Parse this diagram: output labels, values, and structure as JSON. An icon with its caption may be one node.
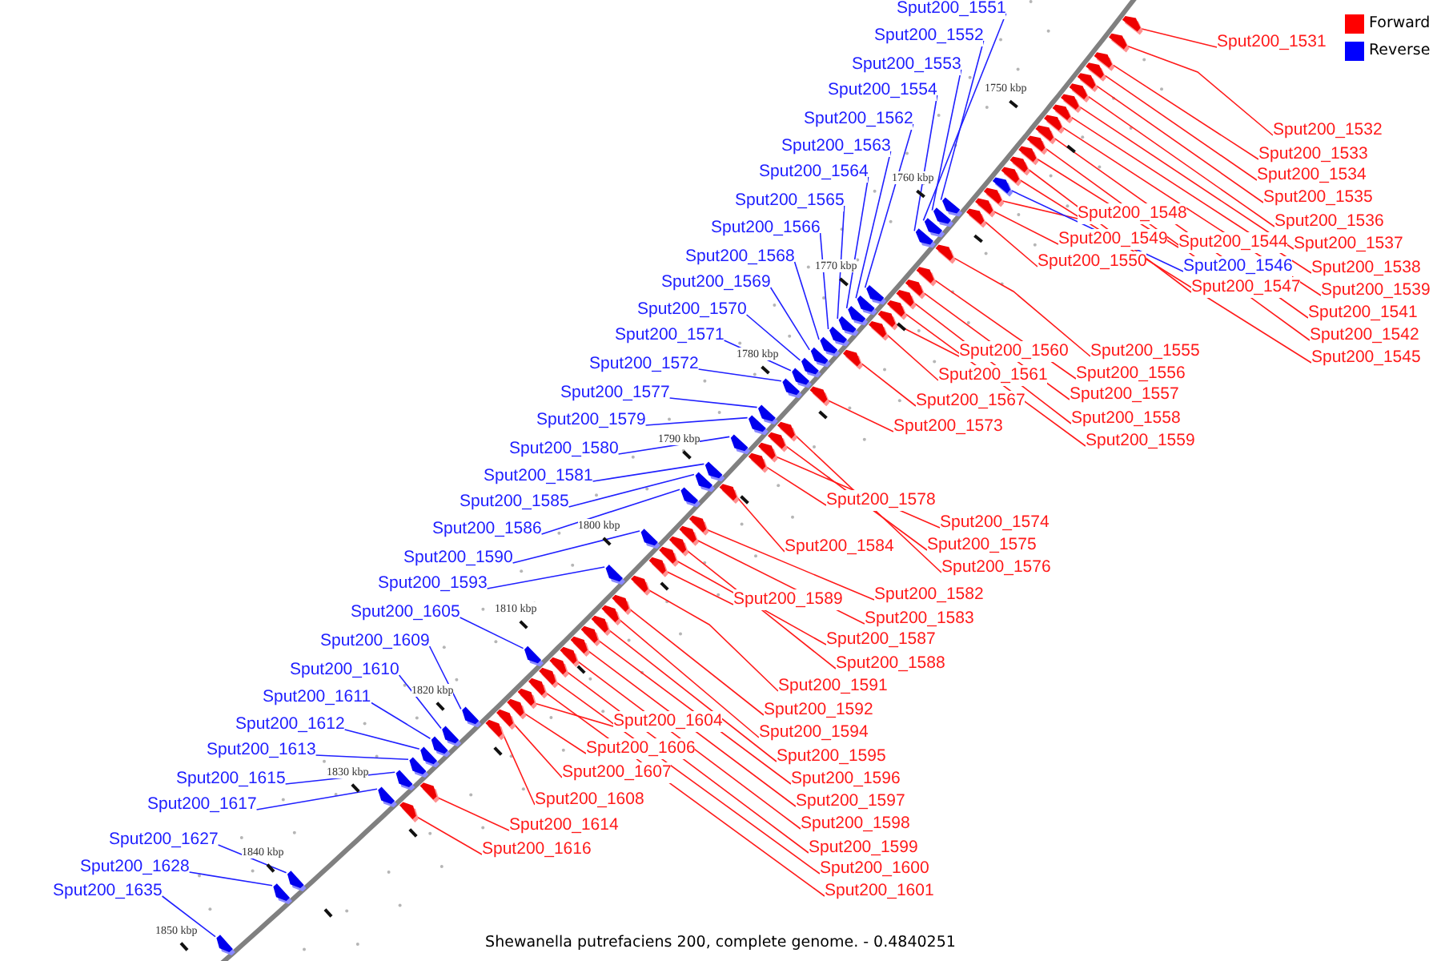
{
  "diagram": {
    "caption": "Shewanella putrefaciens 200, complete genome. - 0.4840251",
    "nodes": [
      {
        "text": [
          "Sput200_1551"
        ]
      },
      {
        "text": [
          "Sput200_1552"
        ]
      },
      {
        "text": [
          "Sput200_1553"
        ]
      },
      {
        "text": [
          "Sput200_1554"
        ]
      },
      {
        "text": [
          "Sput200_1562"
        ]
      },
      {
        "text": [
          "Sput200_1563"
        ]
      },
      {
        "text": [
          "Sput200_1564"
        ]
      },
      {
        "text": [
          "Sput200_1565"
        ]
      },
      {
        "text": [
          "Sput200_1566"
        ]
      },
      {
        "text": [
          "Sput200_1568"
        ]
      },
      {
        "text": [
          "Sput200_1569"
        ]
      },
      {
        "text": [
          "Sput200_1570"
        ]
      },
      {
        "text": [
          "Sput200_1571"
        ]
      },
      {
        "text": [
          "Sput200_1572"
        ]
      },
      {
        "text": [
          "Sput200_1577"
        ]
      },
      {
        "text": [
          "Sput200_1579"
        ]
      },
      {
        "text": [
          "Sput200_1580"
        ]
      },
      {
        "text": [
          "Sput200_1581"
        ]
      },
      {
        "text": [
          "Sput200_1585"
        ]
      },
      {
        "text": [
          "Sput200_1586"
        ]
      },
      {
        "text": [
          "Sput200_1590"
        ]
      },
      {
        "text": [
          "Sput200_1593"
        ]
      },
      {
        "text": [
          "Sput200_1605"
        ]
      },
      {
        "text": [
          "Sput200_1609"
        ]
      },
      {
        "text": [
          "Sput200_1610"
        ]
      },
      {
        "text": [
          "Sput200_1611"
        ]
      },
      {
        "text": [
          "Sput200_1612"
        ]
      },
      {
        "text": [
          "Sput200_1613"
        ]
      },
      {
        "text": [
          "Sput200_1615"
        ]
      },
      {
        "text": [
          "Sput200_1617"
        ]
      },
      {
        "text": [
          "Sput200_1627"
        ]
      },
      {
        "text": [
          "Sput200_1628"
        ]
      },
      {
        "text": [
          "Sput200_1635"
        ]
      },
      {
        "text": [
          "Sput200_1531"
        ]
      },
      {
        "text": [
          "Sput200_1532"
        ]
      },
      {
        "text": [
          "Sput200_1533"
        ]
      },
      {
        "text": [
          "Sput200_1534"
        ]
      },
      {
        "text": [
          "Sput200_1535"
        ]
      },
      {
        "text": [
          "Sput200_1536"
        ]
      },
      {
        "text": [
          "Sput200_1537"
        ]
      },
      {
        "text": [
          "Sput200_1538"
        ]
      },
      {
        "text": [
          "Sput200_1539"
        ]
      },
      {
        "text": [
          "Sput200_1541"
        ]
      },
      {
        "text": [
          "Sput200_1542"
        ]
      },
      {
        "text": [
          "Sput200_1545"
        ]
      },
      {
        "text": [
          "Sput200_1548"
        ]
      },
      {
        "text": [
          "Sput200_1549"
        ]
      },
      {
        "text": [
          "Sput200_1544"
        ]
      },
      {
        "text": [
          "Sput200_1546"
        ]
      },
      {
        "text": [
          "Sput200_1550"
        ]
      },
      {
        "text": [
          "Sput200_1547"
        ]
      },
      {
        "text": [
          "Sput200_1555"
        ]
      },
      {
        "text": [
          "Sput200_1560"
        ]
      },
      {
        "text": [
          "Sput200_1556"
        ]
      },
      {
        "text": [
          "Sput200_1561"
        ]
      },
      {
        "text": [
          "Sput200_1557"
        ]
      },
      {
        "text": [
          "Sput200_1558"
        ]
      },
      {
        "text": [
          "Sput200_1567"
        ]
      },
      {
        "text": [
          "Sput200_1559"
        ]
      },
      {
        "text": [
          "Sput200_1573"
        ]
      },
      {
        "text": [
          "Sput200_1578"
        ]
      },
      {
        "text": [
          "Sput200_1574"
        ]
      },
      {
        "text": [
          "Sput200_1575"
        ]
      },
      {
        "text": [
          "Sput200_1576"
        ]
      },
      {
        "text": [
          "Sput200_1584"
        ]
      },
      {
        "text": [
          "Sput200_1582"
        ]
      },
      {
        "text": [
          "Sput200_1589"
        ]
      },
      {
        "text": [
          "Sput200_1583"
        ]
      },
      {
        "text": [
          "Sput200_1587"
        ]
      },
      {
        "text": [
          "Sput200_1588"
        ]
      },
      {
        "text": [
          "Sput200_1591"
        ]
      },
      {
        "text": [
          "Sput200_1592"
        ]
      },
      {
        "text": [
          "Sput200_1604"
        ]
      },
      {
        "text": [
          "Sput200_1594"
        ]
      },
      {
        "text": [
          "Sput200_1606"
        ]
      },
      {
        "text": [
          "Sput200_1595"
        ]
      },
      {
        "text": [
          "Sput200_1607"
        ]
      },
      {
        "text": [
          "Sput200_1596"
        ]
      },
      {
        "text": [
          "Sput200_1608"
        ]
      },
      {
        "text": [
          "Sput200_1597"
        ]
      },
      {
        "text": [
          "Sput200_1598"
        ]
      },
      {
        "text": [
          "Sput200_1614"
        ]
      },
      {
        "text": [
          "Sput200_1599"
        ]
      },
      {
        "text": [
          "Sput200_1616"
        ]
      },
      {
        "text": [
          "Sput200_1600"
        ]
      },
      {
        "text": [
          "Sput200_1601"
        ]
      },
      {
        "text": [],
        "shape": "arrow"
      },
      {
        "text": [],
        "shape": "arrow"
      },
      {
        "text": [],
        "shape": "arrow"
      },
      {
        "text": [],
        "shape": "arrow"
      },
      {
        "text": [],
        "shape": "arrow"
      },
      {
        "text": [],
        "shape": "arrow"
      },
      {
        "text": [],
        "shape": "arrow"
      },
      {
        "text": [],
        "shape": "arrow"
      },
      {
        "text": [],
        "shape": "arrow"
      },
      {
        "text": [],
        "shape": "arrow"
      },
      {
        "text": [],
        "shape": "arrow"
      },
      {
        "text": [],
        "shape": "arrow"
      },
      {
        "text": [],
        "shape": "arrow"
      },
      {
        "text": [],
        "shape": "arrow"
      },
      {
        "text": [],
        "shape": "arrow"
      },
      {
        "text": [],
        "shape": "arrow"
      },
      {
        "text": [],
        "shape": "arrow"
      },
      {
        "text": [],
        "shape": "arrow"
      },
      {
        "text": [],
        "shape": "arrow"
      },
      {
        "text": [],
        "shape": "arrow"
      },
      {
        "text": [],
        "shape": "arrow"
      },
      {
        "text": [],
        "shape": "arrow"
      },
      {
        "text": [],
        "shape": "arrow"
      },
      {
        "text": [],
        "shape": "arrow"
      },
      {
        "text": [],
        "shape": "arrow"
      },
      {
        "text": [],
        "shape": "arrow"
      },
      {
        "text": [],
        "shape": "arrow"
      },
      {
        "text": [],
        "shape": "arrow"
      },
      {
        "text": [],
        "shape": "arrow"
      },
      {
        "text": [],
        "shape": "arrow"
      },
      {
        "text": [],
        "shape": "arrow"
      },
      {
        "text": [],
        "shape": "arrow"
      },
      {
        "text": [],
        "shape": "arrow"
      },
      {
        "text": [],
        "shape": "arrow"
      },
      {
        "text": [],
        "shape": "arrow"
      },
      {
        "text": [],
        "shape": "arrow"
      },
      {
        "text": [],
        "shape": "arrow"
      },
      {
        "text": [],
        "shape": "arrow"
      },
      {
        "text": [],
        "shape": "arrow"
      },
      {
        "text": [],
        "shape": "arrow"
      },
      {
        "text": [],
        "shape": "arrow"
      },
      {
        "text": [],
        "shape": "arrow"
      },
      {
        "text": [],
        "shape": "arrow"
      },
      {
        "text": [],
        "shape": "arrow"
      },
      {
        "text": [],
        "shape": "arrow"
      },
      {
        "text": [],
        "shape": "arrow"
      },
      {
        "text": [],
        "shape": "arrow"
      },
      {
        "text": [],
        "shape": "arrow"
      },
      {
        "text": [],
        "shape": "arrow"
      },
      {
        "text": [],
        "shape": "arrow"
      },
      {
        "text": [],
        "shape": "arrow"
      },
      {
        "text": [],
        "shape": "arrow"
      },
      {
        "text": [],
        "shape": "arrow"
      },
      {
        "text": [],
        "shape": "arrow"
      },
      {
        "text": [],
        "shape": "arrow"
      },
      {
        "text": [],
        "shape": "arrow"
      },
      {
        "text": [],
        "shape": "arrow"
      },
      {
        "text": [],
        "shape": "arrow"
      },
      {
        "text": [],
        "shape": "arrow"
      },
      {
        "text": [],
        "shape": "arrow"
      },
      {
        "text": [],
        "shape": "arrow"
      },
      {
        "text": [],
        "shape": "arrow"
      },
      {
        "text": [],
        "shape": "arrow"
      },
      {
        "text": [],
        "shape": "arrow"
      },
      {
        "text": [],
        "shape": "arrow"
      },
      {
        "text": [],
        "shape": "arrow"
      },
      {
        "text": [],
        "shape": "arrow"
      },
      {
        "text": [],
        "shape": "arrow"
      },
      {
        "text": [],
        "shape": "arrow"
      },
      {
        "text": [],
        "shape": "arrow"
      },
      {
        "text": [],
        "shape": "arrow"
      },
      {
        "text": [],
        "shape": "arrow"
      },
      {
        "text": [],
        "shape": "arrow"
      },
      {
        "text": [],
        "shape": "arrow"
      },
      {
        "text": [],
        "shape": "arrow"
      },
      {
        "text": [],
        "shape": "arrow"
      },
      {
        "text": [],
        "shape": "arrow"
      },
      {
        "text": [],
        "shape": "arrow"
      },
      {
        "text": [],
        "shape": "arrow"
      },
      {
        "text": [],
        "shape": "arrow"
      },
      {
        "text": [],
        "shape": "arrow"
      },
      {
        "text": [],
        "shape": "arrow"
      },
      {
        "text": [],
        "shape": "arrow"
      },
      {
        "text": [],
        "shape": "arrow"
      },
      {
        "text": [],
        "shape": "arrow"
      },
      {
        "text": [],
        "shape": "arrow"
      }
    ],
    "edges": [
      {
        "from": 0,
        "to": 106,
        "arrow": "none",
        "color": "#2020ff"
      },
      {
        "from": 1,
        "to": 104,
        "arrow": "none",
        "color": "#2020ff"
      },
      {
        "from": 2,
        "to": 105,
        "arrow": "none",
        "color": "#2020ff"
      },
      {
        "from": 3,
        "to": 107,
        "arrow": "none",
        "color": "#2020ff"
      },
      {
        "from": 4,
        "to": 115,
        "arrow": "none",
        "color": "#2020ff"
      },
      {
        "from": 5,
        "to": 116,
        "arrow": "none",
        "color": "#2020ff"
      },
      {
        "from": 6,
        "to": 117,
        "arrow": "none",
        "color": "#2020ff"
      },
      {
        "from": 7,
        "to": 118,
        "arrow": "none",
        "color": "#2020ff"
      },
      {
        "from": 8,
        "to": 119,
        "arrow": "none",
        "color": "#2020ff"
      },
      {
        "from": 9,
        "to": 121,
        "arrow": "none",
        "color": "#2020ff"
      },
      {
        "from": 10,
        "to": 122,
        "arrow": "none",
        "color": "#2020ff"
      },
      {
        "from": 11,
        "to": 123,
        "arrow": "none",
        "color": "#2020ff"
      },
      {
        "from": 12,
        "to": 124,
        "arrow": "none",
        "color": "#2020ff"
      },
      {
        "from": 13,
        "to": 125,
        "arrow": "none",
        "color": "#2020ff"
      },
      {
        "from": 14,
        "to": 130,
        "arrow": "none",
        "color": "#2020ff"
      },
      {
        "from": 15,
        "to": 132,
        "arrow": "none",
        "color": "#2020ff"
      },
      {
        "from": 16,
        "to": 133,
        "arrow": "none",
        "color": "#2020ff"
      },
      {
        "from": 17,
        "to": 134,
        "arrow": "none",
        "color": "#2020ff"
      },
      {
        "from": 18,
        "to": 136,
        "arrow": "none",
        "color": "#2020ff"
      },
      {
        "from": 19,
        "to": 137,
        "arrow": "none",
        "color": "#2020ff"
      },
      {
        "from": 20,
        "to": 143,
        "arrow": "none",
        "color": "#2020ff"
      },
      {
        "from": 21,
        "to": 145,
        "arrow": "none",
        "color": "#2020ff"
      },
      {
        "from": 22,
        "to": 156,
        "arrow": "none",
        "color": "#2020ff"
      },
      {
        "from": 23,
        "to": 160,
        "arrow": "none",
        "color": "#2020ff"
      },
      {
        "from": 24,
        "to": 161,
        "arrow": "none",
        "color": "#2020ff"
      },
      {
        "from": 25,
        "to": 162,
        "arrow": "none",
        "color": "#2020ff"
      },
      {
        "from": 26,
        "to": 163,
        "arrow": "none",
        "color": "#2020ff"
      },
      {
        "from": 27,
        "to": 164,
        "arrow": "none",
        "color": "#2020ff"
      },
      {
        "from": 28,
        "to": 166,
        "arrow": "none",
        "color": "#2020ff"
      },
      {
        "from": 29,
        "to": 168,
        "arrow": "none",
        "color": "#2020ff"
      },
      {
        "from": 30,
        "to": 169,
        "arrow": "none",
        "color": "#2020ff"
      },
      {
        "from": 31,
        "to": 170,
        "arrow": "none",
        "color": "#2020ff"
      },
      {
        "from": 32,
        "to": 171,
        "arrow": "none",
        "color": "#2020ff"
      },
      {
        "from": 33,
        "to": 86,
        "arrow": "none"
      },
      {
        "from": 34,
        "to": 87,
        "arrow": "none"
      },
      {
        "from": 35,
        "to": 88,
        "arrow": "none"
      },
      {
        "from": 36,
        "to": 89,
        "arrow": "none"
      },
      {
        "from": 37,
        "to": 90,
        "arrow": "none"
      },
      {
        "from": 38,
        "to": 91,
        "arrow": "none"
      },
      {
        "from": 39,
        "to": 92,
        "arrow": "none"
      },
      {
        "from": 40,
        "to": 93,
        "arrow": "none"
      },
      {
        "from": 41,
        "to": 94,
        "arrow": "none"
      },
      {
        "from": 42,
        "to": 95,
        "arrow": "none"
      },
      {
        "from": 43,
        "to": 96,
        "arrow": "none"
      },
      {
        "from": 44,
        "to": 99,
        "arrow": "none"
      },
      {
        "from": 45,
        "to": 101,
        "arrow": "none"
      },
      {
        "from": 46,
        "to": 102,
        "arrow": "none"
      },
      {
        "from": 47,
        "to": 97,
        "arrow": "none"
      },
      {
        "from": 48,
        "to": 100,
        "arrow": "none",
        "color": "#2020ff"
      },
      {
        "from": 49,
        "to": 103,
        "arrow": "none"
      },
      {
        "from": 50,
        "to": 98,
        "arrow": "none"
      },
      {
        "from": 51,
        "to": 108,
        "arrow": "none"
      },
      {
        "from": 52,
        "to": 113,
        "arrow": "none"
      },
      {
        "from": 53,
        "to": 109,
        "arrow": "none"
      },
      {
        "from": 54,
        "to": 114,
        "arrow": "none"
      },
      {
        "from": 55,
        "to": 110,
        "arrow": "none"
      },
      {
        "from": 56,
        "to": 111,
        "arrow": "none"
      },
      {
        "from": 57,
        "to": 120,
        "arrow": "none"
      },
      {
        "from": 58,
        "to": 112,
        "arrow": "none"
      },
      {
        "from": 59,
        "to": 126,
        "arrow": "none"
      },
      {
        "from": 60,
        "to": 131,
        "arrow": "none"
      },
      {
        "from": 61,
        "to": 129,
        "arrow": "none"
      },
      {
        "from": 62,
        "to": 128,
        "arrow": "none"
      },
      {
        "from": 63,
        "to": 127,
        "arrow": "none"
      },
      {
        "from": 64,
        "to": 135,
        "arrow": "none"
      },
      {
        "from": 65,
        "to": 138,
        "arrow": "none"
      },
      {
        "from": 66,
        "to": 142,
        "arrow": "none"
      },
      {
        "from": 67,
        "to": 139,
        "arrow": "none"
      },
      {
        "from": 68,
        "to": 141,
        "arrow": "none"
      },
      {
        "from": 69,
        "to": 140,
        "arrow": "none"
      },
      {
        "from": 70,
        "to": 144,
        "arrow": "none"
      },
      {
        "from": 71,
        "to": 146,
        "arrow": "none"
      },
      {
        "from": 72,
        "to": 155,
        "arrow": "none"
      },
      {
        "from": 73,
        "to": 147,
        "arrow": "none"
      },
      {
        "from": 74,
        "to": 157,
        "arrow": "none"
      },
      {
        "from": 75,
        "to": 148,
        "arrow": "none"
      },
      {
        "from": 76,
        "to": 158,
        "arrow": "none"
      },
      {
        "from": 77,
        "to": 149,
        "arrow": "none"
      },
      {
        "from": 78,
        "to": 159,
        "arrow": "none"
      },
      {
        "from": 79,
        "to": 150,
        "arrow": "none"
      },
      {
        "from": 80,
        "to": 151,
        "arrow": "none"
      },
      {
        "from": 81,
        "to": 165,
        "arrow": "none"
      },
      {
        "from": 82,
        "to": 152,
        "arrow": "none"
      },
      {
        "from": 83,
        "to": 167,
        "arrow": "none"
      },
      {
        "from": 84,
        "to": 153,
        "arrow": "none"
      },
      {
        "from": 85,
        "to": 154,
        "arrow": "none"
      }
    ],
    "labels": [
      "1750 kbp",
      "1760 kbp",
      "1770 kbp",
      "1780 kbp",
      "1790 kbp",
      "1800 kbp",
      "1810 kbp",
      "1820 kbp",
      "1830 kbp",
      "1840 kbp",
      "1850 kbp"
    ],
    "legend": [
      {
        "text": "Forward",
        "color": "#ff0000"
      },
      {
        "text": "Reverse",
        "color": "#0000ff"
      }
    ]
  }
}
